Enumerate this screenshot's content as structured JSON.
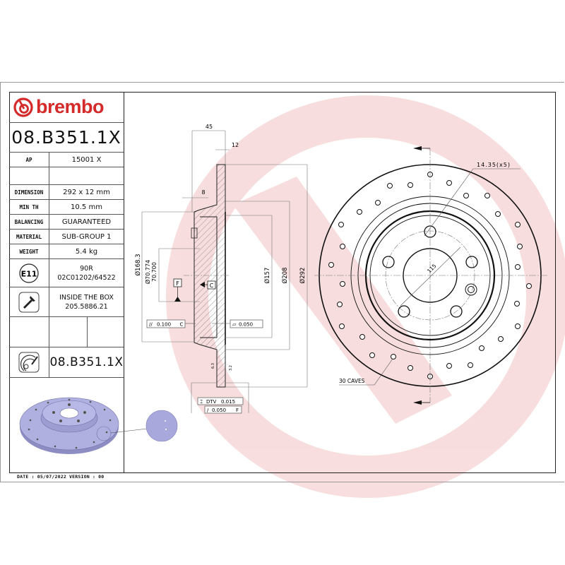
{
  "brand": {
    "name": "brembo",
    "color": "#d42a2a"
  },
  "part_number": "08.B351.1X",
  "spec_table": [
    {
      "key": "AP",
      "value": "15001 X"
    },
    {
      "key": "",
      "value": ""
    },
    {
      "key": "DIMENSION",
      "value": "292 x 12 mm"
    },
    {
      "key": "MIN TH",
      "value": "10.5 mm"
    },
    {
      "key": "BALANCING",
      "value": "GUARANTEED"
    },
    {
      "key": "MATERIAL",
      "value": "SUB-GROUP 1"
    },
    {
      "key": "WEIGHT",
      "value": "5.4 kg"
    }
  ],
  "approval": {
    "icon": "e11-approval-icon",
    "mark": "E11",
    "line1": "90R",
    "line2": "02C01202/64522"
  },
  "screw": {
    "icon": "screw-icon",
    "line1": "INSIDE THE BOX",
    "line2": "205.5886.21"
  },
  "kit": {
    "icon": "disc-pad-icon",
    "part_number": "08.B351.1X"
  },
  "footer": {
    "text": "DATE : 05/07/2022 VERSION : 00"
  },
  "section_view": {
    "dim_overall_offset": "45",
    "dim_thickness": "12",
    "dim_hat": "8",
    "dia_168": "Ø168.3",
    "dia_centering_max": "Ø70.774",
    "dia_centering_min": "70.700",
    "dia_157": "Ø157",
    "dia_208": "Ø208",
    "dia_292": "Ø292",
    "datum_f": "F",
    "datum_c": "C",
    "tol_parallel": "0.100",
    "tol_parallel_ref": "C",
    "tol_flatness": "0.050",
    "tol_dtv_label": "DTV",
    "tol_dtv": "0.015",
    "tol_runout": "0.050",
    "tol_runout_ref": "F",
    "roughness_left": "6.3",
    "roughness_right": "3.2"
  },
  "front_view": {
    "bolt_hole_label": "14.35(x5)",
    "pcd_label": "115",
    "drill_label": "30 CAVES"
  },
  "colors": {
    "watermark": "#f6d7d7",
    "render_disc": "#a8a8d8",
    "line": "#111111"
  }
}
